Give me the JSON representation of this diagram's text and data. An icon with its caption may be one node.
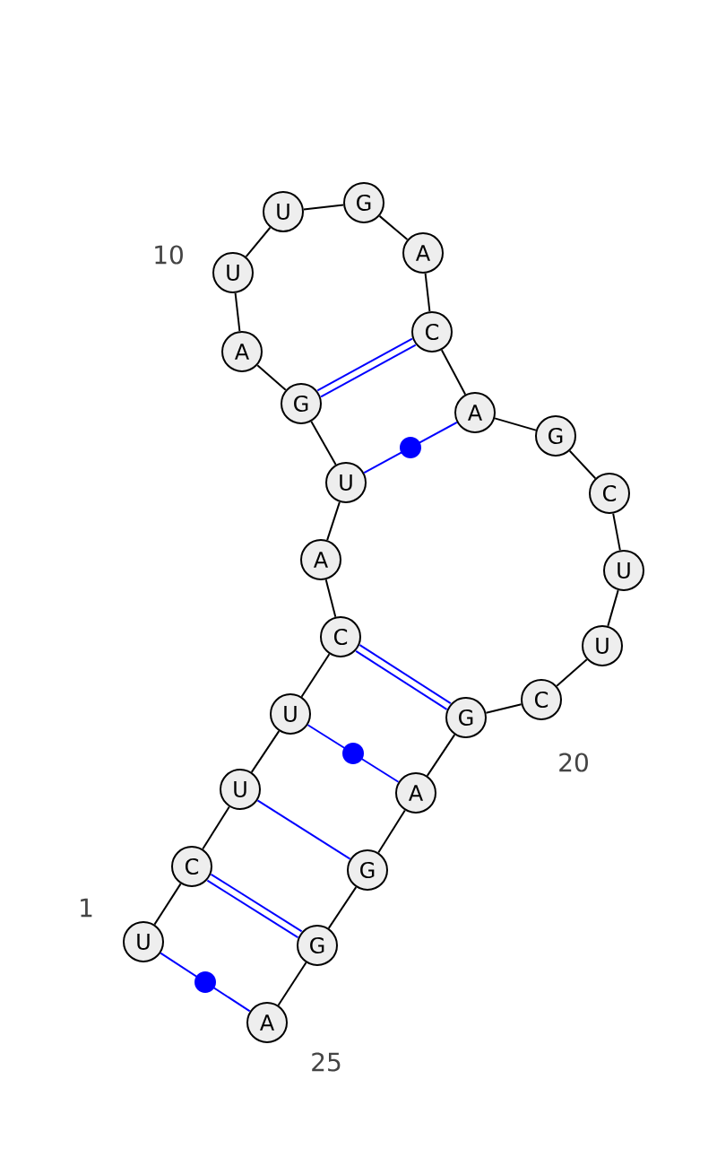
{
  "diagram": {
    "nodes": [
      {
        "text": [
          "U"
        ]
      },
      {
        "text": [
          "C"
        ]
      },
      {
        "text": [
          "U"
        ]
      },
      {
        "text": [
          "U"
        ]
      },
      {
        "text": [
          "C"
        ]
      },
      {
        "text": [
          "A"
        ]
      },
      {
        "text": [
          "U"
        ]
      },
      {
        "text": [
          "G"
        ]
      },
      {
        "text": [
          "A"
        ]
      },
      {
        "text": [
          "U"
        ]
      },
      {
        "text": [
          "U"
        ]
      },
      {
        "text": [
          "G"
        ]
      },
      {
        "text": [
          "A"
        ]
      },
      {
        "text": [
          "C"
        ]
      },
      {
        "text": [
          "A"
        ]
      },
      {
        "text": [
          "G"
        ]
      },
      {
        "text": [
          "C"
        ]
      },
      {
        "text": [
          "U"
        ]
      },
      {
        "text": [
          "U"
        ]
      },
      {
        "text": [
          "C"
        ]
      },
      {
        "text": [
          "G"
        ]
      },
      {
        "text": [
          "A"
        ]
      },
      {
        "text": [
          "G"
        ]
      },
      {
        "text": [
          "G"
        ]
      },
      {
        "text": [
          "A"
        ]
      }
    ],
    "edges": [
      {
        "from": 0,
        "to": 1,
        "arrow": "none"
      },
      {
        "from": 1,
        "to": 2,
        "arrow": "none"
      },
      {
        "from": 2,
        "to": 3,
        "arrow": "none"
      },
      {
        "from": 3,
        "to": 4,
        "arrow": "none"
      },
      {
        "from": 4,
        "to": 5,
        "arrow": "none"
      },
      {
        "from": 5,
        "to": 6,
        "arrow": "none"
      },
      {
        "from": 6,
        "to": 7,
        "arrow": "none"
      },
      {
        "from": 7,
        "to": 8,
        "arrow": "none"
      },
      {
        "from": 8,
        "to": 9,
        "arrow": "none"
      },
      {
        "from": 9,
        "to": 10,
        "arrow": "none"
      },
      {
        "from": 10,
        "to": 11,
        "arrow": "none"
      },
      {
        "from": 11,
        "to": 12,
        "arrow": "none"
      },
      {
        "from": 12,
        "to": 13,
        "arrow": "none"
      },
      {
        "from": 13,
        "to": 14,
        "arrow": "none"
      },
      {
        "from": 14,
        "to": 15,
        "arrow": "none"
      },
      {
        "from": 15,
        "to": 16,
        "arrow": "none"
      },
      {
        "from": 16,
        "to": 17,
        "arrow": "none"
      },
      {
        "from": 17,
        "to": 18,
        "arrow": "none"
      },
      {
        "from": 18,
        "to": 19,
        "arrow": "none"
      },
      {
        "from": 19,
        "to": 20,
        "arrow": "none"
      },
      {
        "from": 20,
        "to": 21,
        "arrow": "none"
      },
      {
        "from": 21,
        "to": 22,
        "arrow": "none"
      },
      {
        "from": 22,
        "to": 23,
        "arrow": "none"
      },
      {
        "from": 23,
        "to": 24,
        "arrow": "none"
      },
      {
        "from": 0,
        "to": 24,
        "arrow": "none",
        "color": "#0000ff"
      },
      {
        "from": 1,
        "to": 23,
        "arrow": "none",
        "style": "thick",
        "color": "#0000ff"
      },
      {
        "from": 2,
        "to": 22,
        "arrow": "none",
        "color": "#0000ff"
      },
      {
        "from": 3,
        "to": 21,
        "arrow": "none",
        "color": "#0000ff"
      },
      {
        "from": 4,
        "to": 20,
        "arrow": "none",
        "style": "thick",
        "color": "#0000ff"
      },
      {
        "from": 6,
        "to": 14,
        "arrow": "none",
        "color": "#0000ff"
      },
      {
        "from": 7,
        "to": 13,
        "arrow": "none",
        "style": "thick",
        "color": "#0000ff"
      }
    ],
    "labels": [
      "10",
      "1",
      "20",
      "25"
    ]
  }
}
